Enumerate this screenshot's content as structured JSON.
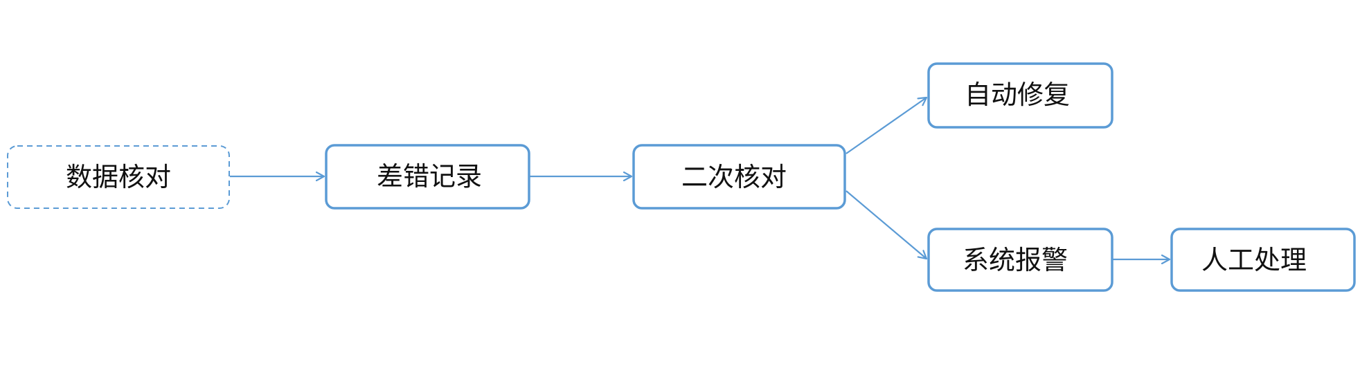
{
  "diagram": {
    "nodes": [
      {
        "id": "data-check",
        "label": "数据核对",
        "style": "dashed"
      },
      {
        "id": "error-record",
        "label": "差错记录",
        "style": "solid"
      },
      {
        "id": "second-check",
        "label": "二次核对",
        "style": "solid"
      },
      {
        "id": "auto-repair",
        "label": "自动修复",
        "style": "solid"
      },
      {
        "id": "system-alarm",
        "label": "系统报警",
        "style": "solid"
      },
      {
        "id": "manual-handling",
        "label": "人工处理",
        "style": "solid"
      }
    ],
    "edges": [
      {
        "from": "data-check",
        "to": "error-record"
      },
      {
        "from": "error-record",
        "to": "second-check"
      },
      {
        "from": "second-check",
        "to": "auto-repair"
      },
      {
        "from": "second-check",
        "to": "system-alarm"
      },
      {
        "from": "system-alarm",
        "to": "manual-handling"
      }
    ],
    "colors": {
      "stroke": "#5b9bd5",
      "text": "#111111",
      "background": "#ffffff"
    }
  }
}
